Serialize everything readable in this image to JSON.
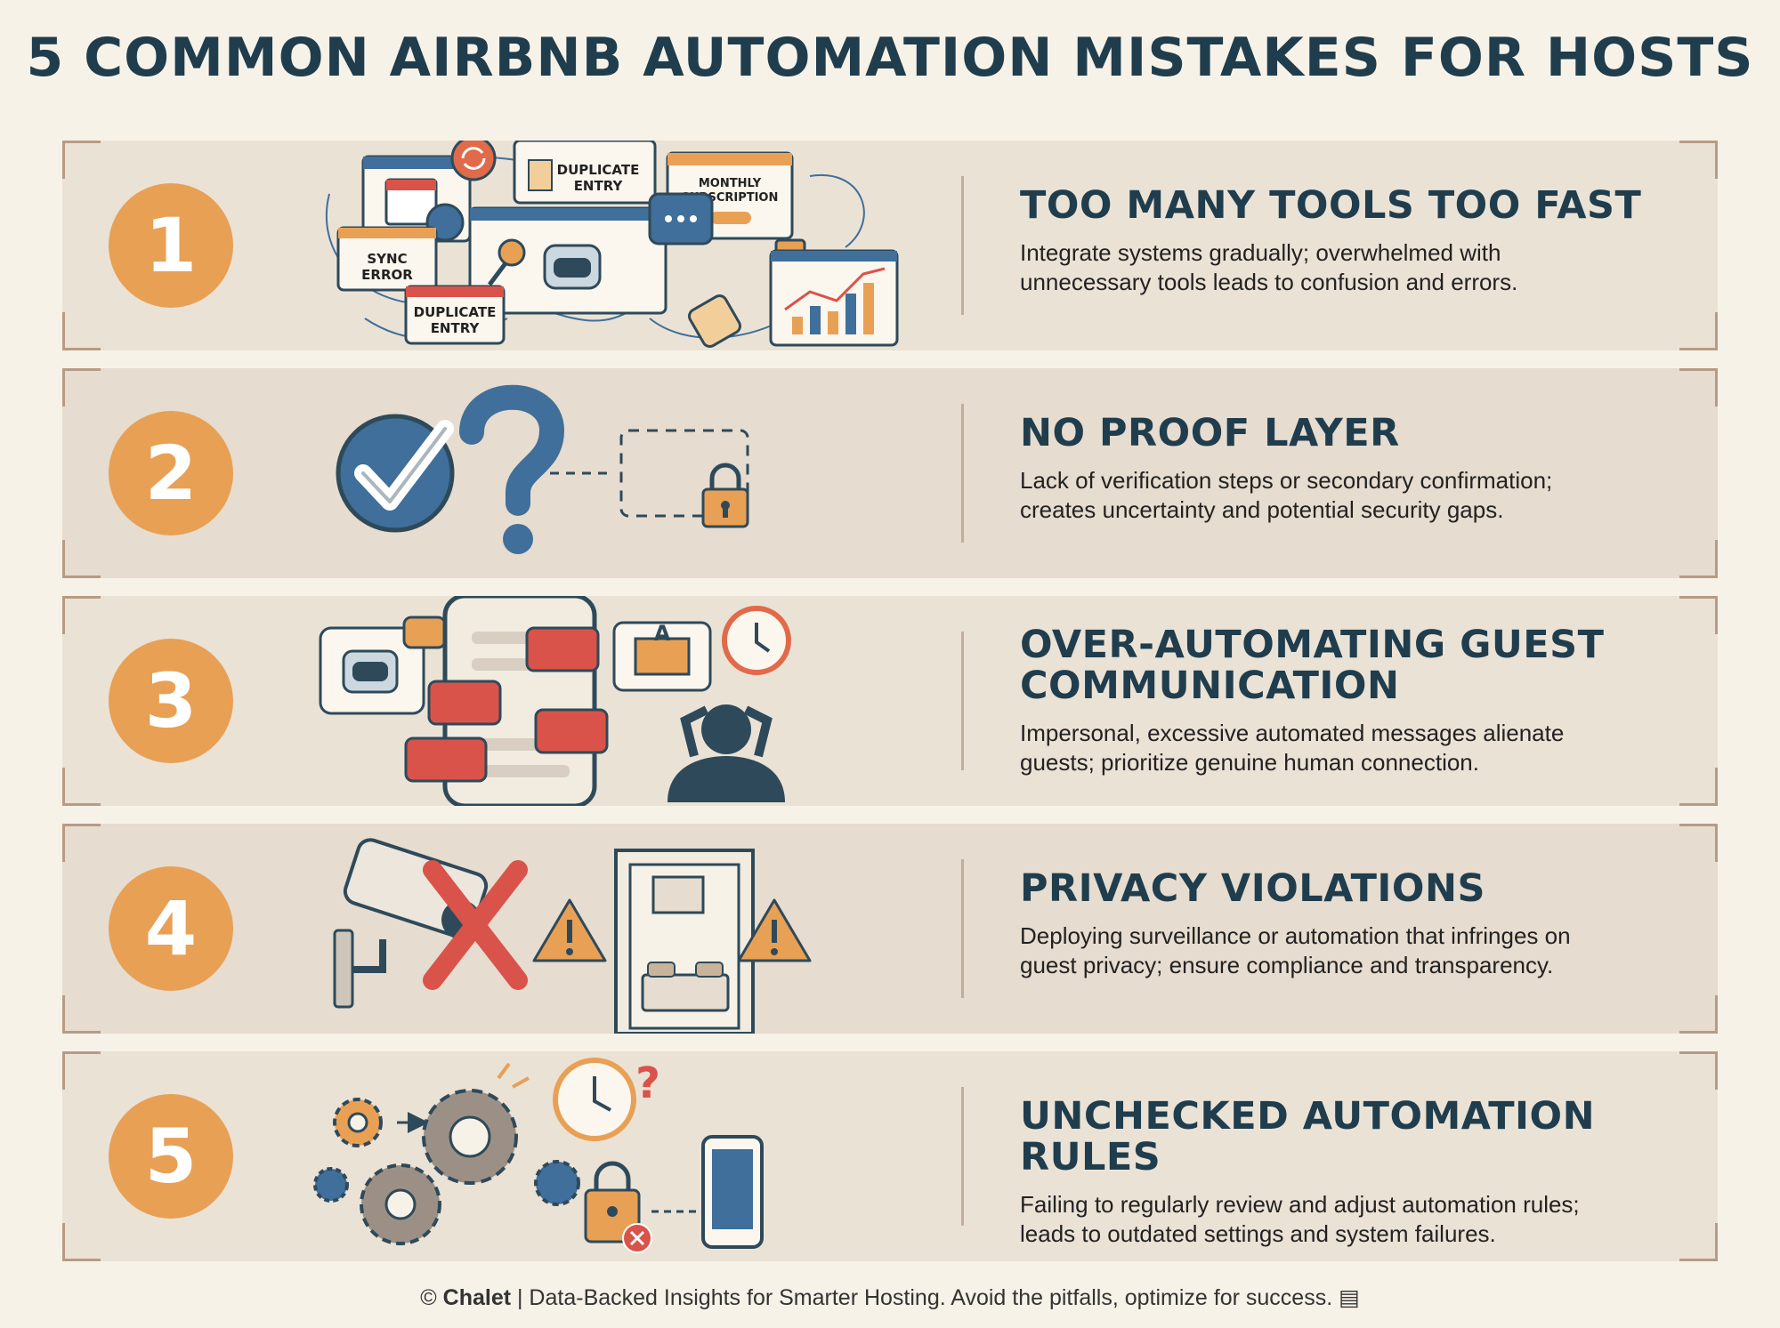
{
  "title": "5 COMMON AIRBNB AUTOMATION MISTAKES FOR HOSTS",
  "colors": {
    "navy": "#1f3d4d",
    "orange": "#e8a055",
    "red": "#d9534a",
    "blue": "#3f6f9a",
    "background": "#f7f2e8"
  },
  "items": [
    {
      "number": "1",
      "heading": "TOO MANY TOOLS TOO FAST",
      "description_lines": [
        "Integrate systems gradually; overwhelmed with",
        "unnecessary tools leads to confusion and errors."
      ],
      "illustration": {
        "icons": [
          "calendar-sync-icon",
          "refresh-icon",
          "document-icon",
          "key-icon",
          "robot-icon",
          "chat-icon",
          "lock-icon",
          "tag-icon",
          "bar-chart-icon"
        ],
        "labels": [
          "DUPLICATE ENTRY",
          "MONTHLY SUBSCRIPTION",
          "SYNC ERROR",
          "DUPLICATE ENTRY"
        ]
      }
    },
    {
      "number": "2",
      "heading": "NO PROOF LAYER",
      "description_lines": [
        "Lack of verification steps or secondary confirmation;",
        "creates uncertainty and potential security gaps."
      ],
      "illustration": {
        "icons": [
          "checkmark-icon",
          "question-mark-icon",
          "dashed-box-icon",
          "padlock-icon"
        ]
      }
    },
    {
      "number": "3",
      "heading_lines": [
        "OVER-AUTOMATING GUEST",
        "COMMUNICATION"
      ],
      "description_lines": [
        "Impersonal, excessive automated messages alienate",
        "guests; prioritize genuine human connection."
      ],
      "illustration": {
        "icons": [
          "robot-chat-icon",
          "smartphone-icon",
          "chat-bubble-icon",
          "envelope-icon",
          "clock-icon",
          "stressed-person-icon"
        ],
        "envelope_letter": "A"
      }
    },
    {
      "number": "4",
      "heading": "PRIVACY VIOLATIONS",
      "description_lines": [
        "Deploying surveillance or automation that infringes on",
        "guest privacy; ensure compliance and transparency."
      ],
      "illustration": {
        "icons": [
          "security-camera-icon",
          "red-x-icon",
          "warning-icon",
          "bedroom-door-icon",
          "warning-icon"
        ]
      }
    },
    {
      "number": "5",
      "heading": "UNCHECKED AUTOMATION RULES",
      "description_lines": [
        "Failing to regularly review and adjust automation rules;",
        "leads to outdated settings and system failures."
      ],
      "illustration": {
        "icons": [
          "gears-icon",
          "broken-gear-icon",
          "clock-question-icon",
          "padlock-error-icon",
          "smartphone-icon"
        ]
      }
    }
  ],
  "footer": {
    "prefix": "© ",
    "brand": "Chalet",
    "text": " | Data-Backed Insights for Smarter Hosting. Avoid the pitfalls, optimize for success.",
    "icon": "notepad-icon"
  }
}
